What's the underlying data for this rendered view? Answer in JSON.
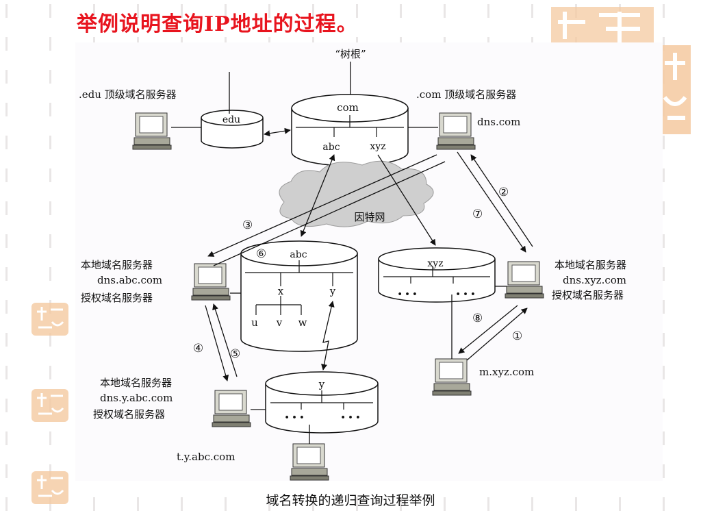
{
  "slide": {
    "title": "举例说明查询IP地址的过程。",
    "caption": "域名转换的递归查询过程举例"
  },
  "diagram": {
    "root_label": "“树根”",
    "servers": {
      "root_com": "com",
      "root_abc": "abc",
      "root_xyz": "xyz",
      "edu_db": "edu",
      "edu_server": ".edu 顶级域名服务器",
      "com_server": ".com 顶级域名服务器",
      "com_dns": "dns.com",
      "internet": "因特网",
      "abc_db": "abc",
      "abc_x": "x",
      "abc_y": "y",
      "abc_u": "u",
      "abc_v": "v",
      "abc_w": "w",
      "local_abc_1": "本地域名服务器",
      "local_abc_2": "dns.abc.com",
      "local_abc_3": "授权域名服务器",
      "xyz_db": "xyz",
      "local_xyz_1": "本地域名服务器",
      "local_xyz_2": "dns.xyz.com",
      "local_xyz_3": "授权域名服务器",
      "mxyz": "m.xyz.com",
      "y_db": "y",
      "local_y_1": "本地域名服务器",
      "local_y_2": "dns.y.abc.com",
      "local_y_3": "授权域名服务器",
      "ty": "t.y.abc.com",
      "dots": "• • •"
    },
    "steps": [
      "①",
      "②",
      "③",
      "④",
      "⑤",
      "⑥",
      "⑦",
      "⑧"
    ],
    "colors": {
      "title_red": "#e8141e",
      "computer_body": "#a8a89a",
      "stamp_orange": "#f4c9a0"
    }
  }
}
